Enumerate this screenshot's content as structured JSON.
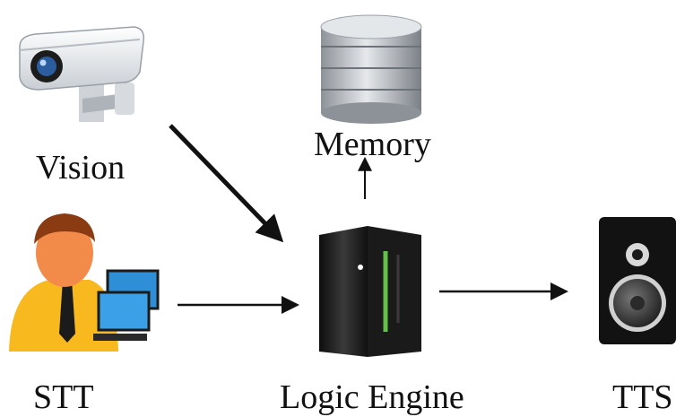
{
  "nodes": {
    "vision": {
      "label": "Vision",
      "icon": "security-camera-icon"
    },
    "memory": {
      "label": "Memory",
      "icon": "database-icon"
    },
    "stt": {
      "label": "STT",
      "icon": "user-at-computer-icon"
    },
    "logic_engine": {
      "label": "Logic Engine",
      "icon": "server-icon"
    },
    "tts": {
      "label": "TTS",
      "icon": "speaker-icon"
    }
  },
  "edges": [
    {
      "from": "vision",
      "to": "logic_engine"
    },
    {
      "from": "stt",
      "to": "logic_engine"
    },
    {
      "from": "logic_engine",
      "to": "memory"
    },
    {
      "from": "logic_engine",
      "to": "tts"
    }
  ],
  "colors": {
    "arrow": "#111111",
    "camera_body": "#e9ecef",
    "database": "#b9bdc2",
    "skin": "#f28a4a",
    "shirt": "#f7b91d",
    "monitor": "#2e8fd6",
    "server": "#1e1e1e",
    "server_light": "#63c04a",
    "speaker": "#111111"
  }
}
